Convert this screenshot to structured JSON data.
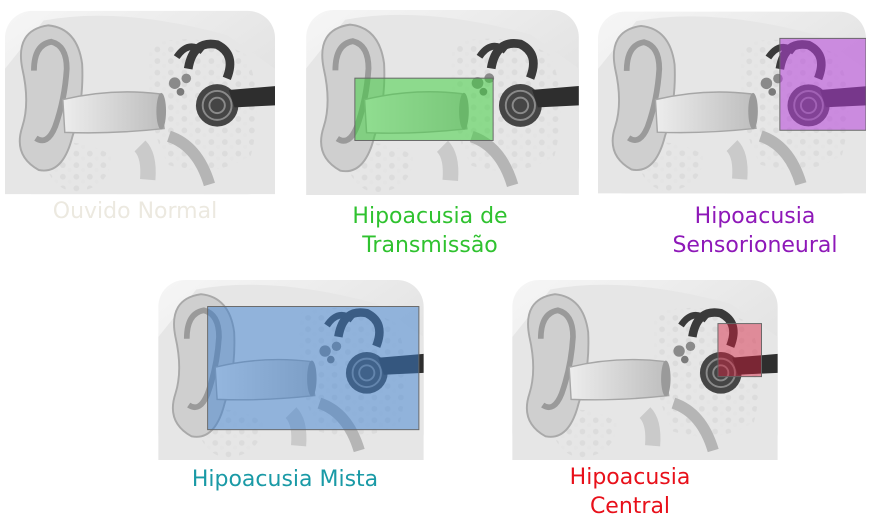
{
  "panels": [
    {
      "caption_lines": [
        "Ouvido Normal"
      ],
      "caption_color": "#ece9e0",
      "overlay_color": null
    },
    {
      "caption_lines": [
        "Hipoacusia de",
        "Transmissão"
      ],
      "caption_color": "#2fc22f",
      "overlay_color": "#44d044"
    },
    {
      "caption_lines": [
        "Hipoacusia",
        "Sensorioneural"
      ],
      "caption_color": "#8e18b8",
      "overlay_color": "#b440d8"
    },
    {
      "caption_lines": [
        "Hipoacusia Mista"
      ],
      "caption_color": "#1a9aa6",
      "overlay_color": "#3c7fd0"
    },
    {
      "caption_lines": [
        "Hipoacusia",
        "Central"
      ],
      "caption_color": "#e8101a",
      "overlay_color": "#d81c3c"
    }
  ]
}
